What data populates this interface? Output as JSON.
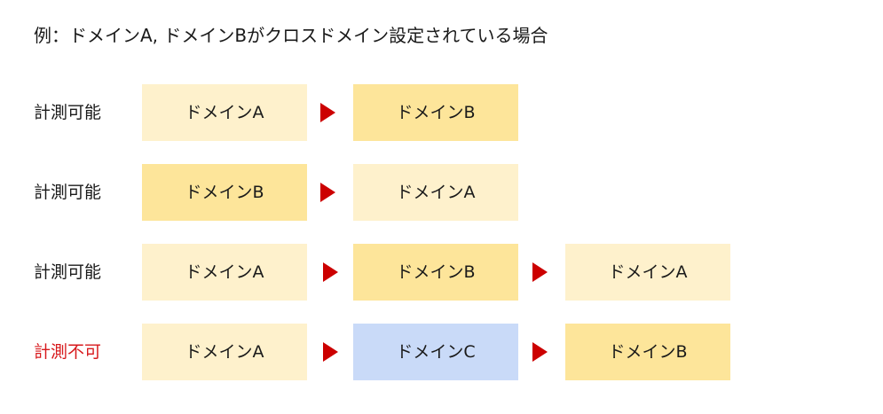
{
  "title": "例：ドメインA, ドメインBがクロスドメイン設定されている場合",
  "colors": {
    "light_box": "#fef1cc",
    "dark_box": "#fde59a",
    "blue_box": "#c9daf8",
    "arrow": "#cc0000",
    "ng_label": "#d7191c"
  },
  "rows": [
    {
      "label": "計測可能",
      "steps": [
        "ドメインA",
        "ドメインB"
      ]
    },
    {
      "label": "計測可能",
      "steps": [
        "ドメインB",
        "ドメインA"
      ]
    },
    {
      "label": "計測可能",
      "steps": [
        "ドメインA",
        "ドメインB",
        "ドメインA"
      ]
    },
    {
      "label": "計測不可",
      "steps": [
        "ドメインA",
        "ドメインC",
        "ドメインB"
      ]
    }
  ]
}
